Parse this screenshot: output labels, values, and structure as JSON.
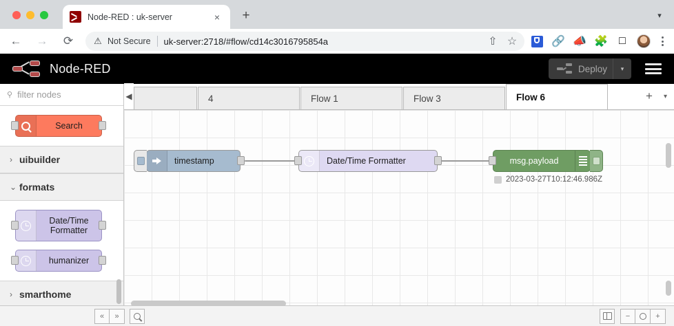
{
  "browser": {
    "tab_title": "Node-RED : uk-server",
    "tab_close": "×",
    "new_tab": "+",
    "tabstrip_chevron": "▾",
    "back": "←",
    "forward": "→",
    "reload": "⟳",
    "warn_glyph": "⚠",
    "security_label": "Not Secure",
    "url": "uk-server:2718/#flow/cd14c3016795854a",
    "share_icon": "⇧",
    "bookmark_icon": "☆",
    "link_icon": "🔗",
    "megaphone_icon": "📣",
    "puzzle_icon": "🧩",
    "square_icon": "□"
  },
  "nodered": {
    "brand": "Node-RED",
    "deploy_label": "Deploy",
    "deploy_caret": "▾",
    "palette": {
      "filter_placeholder": "filter nodes",
      "search_node": "Search",
      "categories": [
        {
          "label": "uibuilder",
          "chevron": "›",
          "expanded": false
        },
        {
          "label": "formats",
          "chevron": "⌄",
          "expanded": true
        },
        {
          "label": "smarthome",
          "chevron": "›",
          "expanded": false
        }
      ],
      "format_nodes": [
        {
          "label": "Date/Time Formatter"
        },
        {
          "label": "humanizer"
        }
      ]
    },
    "tabs": {
      "left_arrow": "◀",
      "items": [
        {
          "label": "",
          "active": false,
          "cut": true
        },
        {
          "label": "4",
          "active": false
        },
        {
          "label": "Flow 1",
          "active": false
        },
        {
          "label": "Flow 3",
          "active": false
        },
        {
          "label": "Flow 6",
          "active": true
        }
      ],
      "add_label": "+",
      "menu_caret": "▾"
    },
    "flow": {
      "nodes": [
        {
          "name": "inject-node",
          "label": "timestamp",
          "type": "inject"
        },
        {
          "name": "formatter-node",
          "label": "Date/Time Formatter",
          "type": "function"
        },
        {
          "name": "debug-node",
          "label": "msg.payload",
          "type": "debug"
        }
      ],
      "debug_status": "2023-03-27T10:12:46.986Z"
    },
    "bottom": {
      "collapse_all": "«",
      "expand_all": "»",
      "zoom_out": "−",
      "zoom_reset": "○",
      "zoom_in": "+"
    }
  },
  "colors": {
    "brand_red": "#8f0000",
    "header_black": "#000000",
    "inject_blue": "#a6bbcf",
    "formatter_lavender": "#ded9f2",
    "debug_green": "#6f9d63",
    "search_orange": "#fd7a5e"
  }
}
